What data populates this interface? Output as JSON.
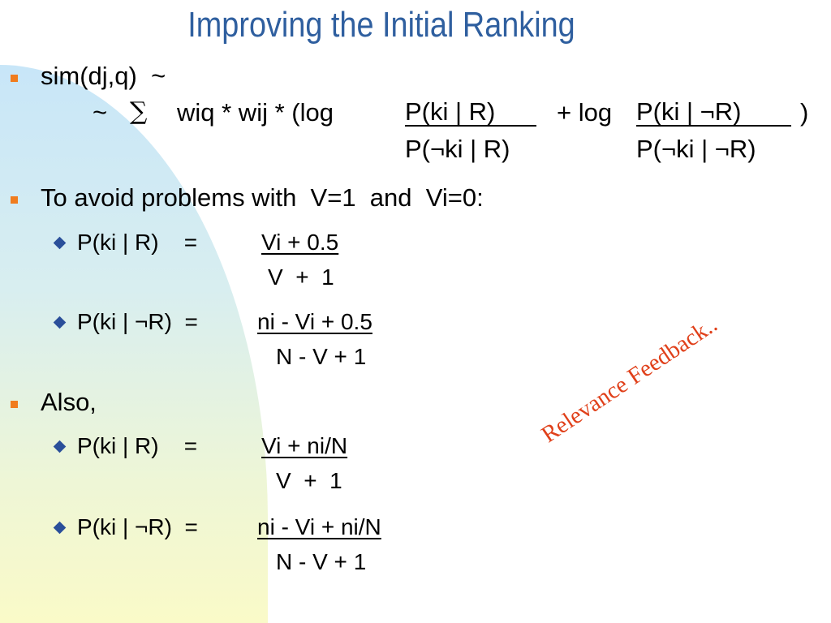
{
  "slide": {
    "title": "Improving the Initial Ranking",
    "b1": {
      "lead": "sim(dj,q)  ~",
      "tilde": "~",
      "sigma": "∑",
      "term": "wiq * wij * (log",
      "num1": "P(ki | R)",
      "plus_log": "+ log",
      "num2": "P(ki | ¬R)",
      "close": ")",
      "den1": "P(¬ki | R)",
      "den2": "P(¬ki | ¬R)"
    },
    "b2": {
      "lead": "To avoid problems with  V=1  and  Vi=0:",
      "s1_lhs": "P(ki | R)    =",
      "s1_num": "Vi + 0.5",
      "s1_den": "V  +  1",
      "s2_lhs": "P(ki | ¬R)  =",
      "s2_num": "ni - Vi + 0.5",
      "s2_den": "N - V + 1"
    },
    "b3": {
      "lead": "Also,",
      "s1_lhs": "P(ki | R)    =",
      "s1_num": "Vi + ni/N",
      "s1_den": "V  +  1",
      "s2_lhs": "P(ki | ¬R)  =",
      "s2_num": "ni - Vi + ni/N",
      "s2_den": "N - V + 1"
    },
    "stamp": "Relevance Feedback.."
  },
  "colors": {
    "title": "#2f5f9f",
    "bullet": "#f07c1e",
    "diamond": "#2a4f9a",
    "stamp": "#e0401a"
  }
}
